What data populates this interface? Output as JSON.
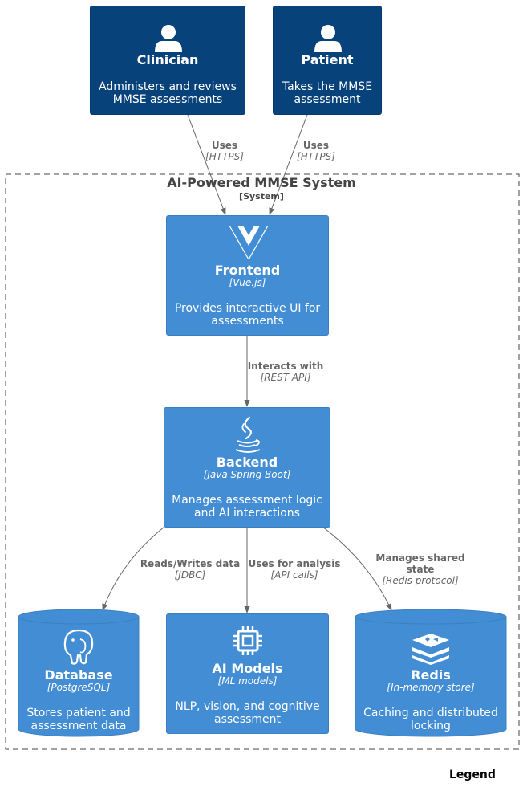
{
  "nodes": {
    "clinician": {
      "name": "Clinician",
      "desc1": "Administers and reviews",
      "desc2": "MMSE assessments",
      "icon": "person-icon"
    },
    "patient": {
      "name": "Patient",
      "desc1": "Takes the MMSE",
      "desc2": "assessment",
      "icon": "person-icon"
    },
    "frontend": {
      "name": "Frontend",
      "tech": "[Vue.js]",
      "desc1": "Provides interactive UI for",
      "desc2": "assessments",
      "icon": "vue-logo-icon"
    },
    "backend": {
      "name": "Backend",
      "tech": "[Java Spring Boot]",
      "desc1": "Manages assessment logic",
      "desc2": "and AI interactions",
      "icon": "java-logo-icon"
    },
    "database": {
      "name": "Database",
      "tech": "[PostgreSQL]",
      "desc1": "Stores patient and",
      "desc2": "assessment data",
      "icon": "postgresql-elephant-icon"
    },
    "ai_models": {
      "name": "AI Models",
      "tech": "[ML models]",
      "desc1": "NLP, vision, and cognitive",
      "desc2": "assessment",
      "icon": "chip-icon"
    },
    "redis": {
      "name": "Redis",
      "tech": "[In-memory store]",
      "desc1": "Caching and distributed",
      "desc2": "locking",
      "icon": "redis-logo-icon"
    }
  },
  "boundary": {
    "title": "AI-Powered MMSE System",
    "type": "[System]"
  },
  "edges": {
    "clinician_frontend": {
      "label": "Uses",
      "tech": "[HTTPS]"
    },
    "patient_frontend": {
      "label": "Uses",
      "tech": "[HTTPS]"
    },
    "frontend_backend": {
      "label": "Interacts with",
      "tech": "[REST API]"
    },
    "backend_database": {
      "label": "Reads/Writes data",
      "tech": "[JDBC]"
    },
    "backend_ai": {
      "label": "Uses for analysis",
      "tech": "[API calls]"
    },
    "backend_redis": {
      "label1": "Manages shared",
      "label2": "state",
      "tech": "[Redis protocol]"
    }
  },
  "legend": {
    "label": "Legend"
  },
  "colors": {
    "person": "#08427b",
    "container": "#438dd5",
    "arrow": "#666666",
    "boundary": "#444444"
  }
}
